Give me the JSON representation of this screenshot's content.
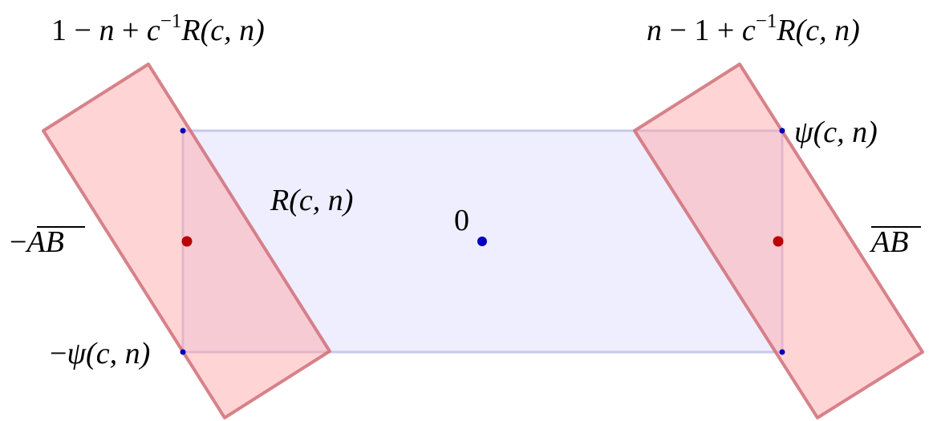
{
  "labels": {
    "left_top_pre": "1 − ",
    "left_top_n": "n",
    "left_top_mid": " + ",
    "left_top_c": "c",
    "left_top_sup": "−1",
    "left_top_R": "R",
    "left_top_args": "(c, n)",
    "right_top_n": "n",
    "right_top_mid": " − 1 + ",
    "right_top_c": "c",
    "right_top_sup": "−1",
    "right_top_R": "R",
    "right_top_args": "(c, n)",
    "psi_pos_psi": "ψ",
    "psi_pos_args": "(c, n)",
    "psi_neg_minus": "−",
    "psi_neg_psi": "ψ",
    "psi_neg_args": "(c, n)",
    "region_R": "R",
    "region_args": "(c, n)",
    "origin": "0",
    "neg_AB_minus": "−",
    "neg_AB": "AB",
    "pos_AB": "AB"
  },
  "colors": {
    "blue_fill": "#eeeeff",
    "blue_stroke": "#c8c8ef",
    "red_fill": "#ff9f9f",
    "red_stroke": "#d06e78",
    "dot_blue": "#0000bb",
    "dot_red": "#bb0000",
    "label_blue": "#1a1a66"
  }
}
